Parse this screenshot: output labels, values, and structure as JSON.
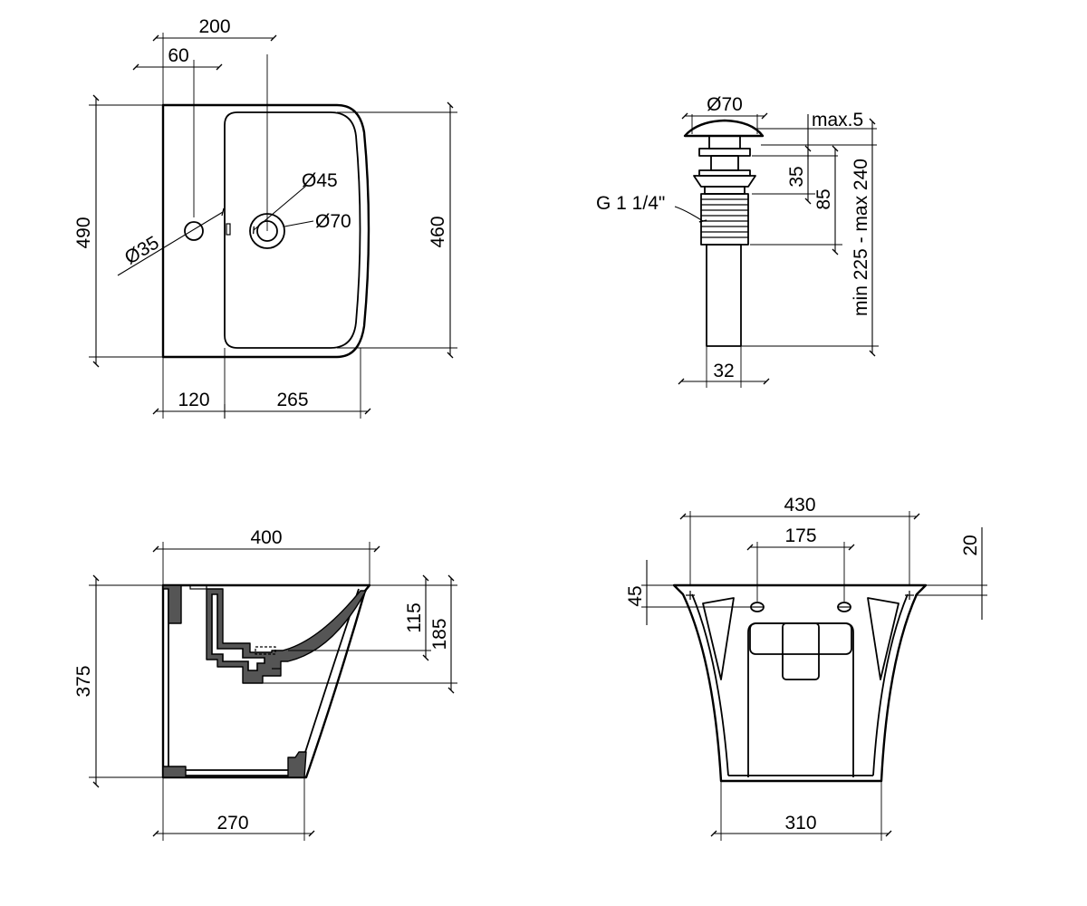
{
  "views": {
    "top": {
      "dims": {
        "d200": "200",
        "d60": "60",
        "d490": "490",
        "d460": "460",
        "d120": "120",
        "d265": "265",
        "dia35": "Ø35",
        "dia45": "Ø45",
        "dia70": "Ø70"
      }
    },
    "drain": {
      "dims": {
        "dia70": "Ø70",
        "max5": "max.5",
        "d35": "35",
        "d85": "85",
        "range": "min 225 - max 240",
        "thread": "G 1 1/4\"",
        "d32": "32"
      }
    },
    "side": {
      "dims": {
        "d400": "400",
        "d375": "375",
        "d115": "115",
        "d185": "185",
        "d270": "270"
      }
    },
    "front": {
      "dims": {
        "d430": "430",
        "d175": "175",
        "d20": "20",
        "d45": "45",
        "d310": "310"
      }
    }
  }
}
